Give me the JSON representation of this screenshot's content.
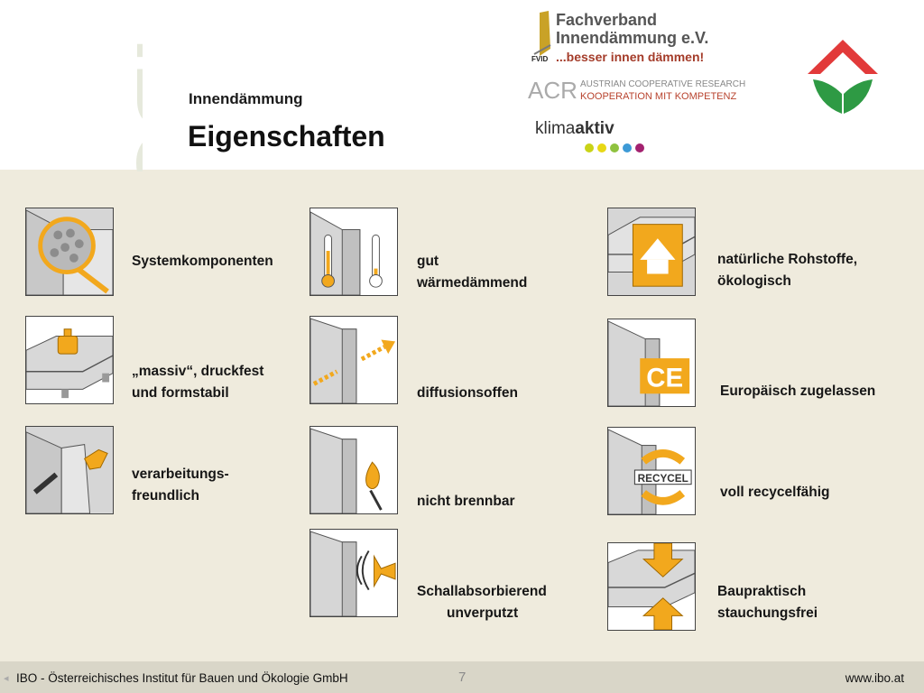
{
  "header": {
    "watermark": "IBO",
    "subtitle": "Innendämmung",
    "title": "Eigenschaften"
  },
  "logos": {
    "fvid": {
      "line1": "Fachverband",
      "line2": "Innendämmung e.V.",
      "tagline": "...besser innen dämmen!",
      "mark": "FVID",
      "icon": "fvid-logo"
    },
    "acr": {
      "mark": "ACR",
      "line1": "AUSTRIAN COOPERATIVE RESEARCH",
      "line2": "KOOPERATION MIT KOMPETENZ"
    },
    "klima": {
      "part1": "klima",
      "part2": "aktiv",
      "dot_colors": [
        "#c9d317",
        "#e8d815",
        "#8fc23f",
        "#3d9ad6",
        "#a3216f"
      ]
    },
    "house": {
      "icon": "red-green-house-logo"
    }
  },
  "properties": [
    {
      "icon": "magnifier-icon",
      "lines": [
        "Systemkomponenten"
      ]
    },
    {
      "icon": "thermometer-icon",
      "lines": [
        "gut",
        "wärmedämmend"
      ]
    },
    {
      "icon": "eco-label-icon",
      "lines": [
        "natürliche Rohstoffe,",
        "ökologisch"
      ]
    },
    {
      "icon": "weight-icon",
      "lines": [
        "„massiv“, druckfest",
        "und formstabil"
      ]
    },
    {
      "icon": "diffusion-arrow-icon",
      "lines": [
        "diffusionsoffen"
      ]
    },
    {
      "icon": "ce-mark-icon",
      "lines": [
        "Europäisch zugelassen"
      ]
    },
    {
      "icon": "saw-icon",
      "lines": [
        "verarbeitungs-",
        "freundlich"
      ]
    },
    {
      "icon": "flame-icon",
      "lines": [
        "nicht brennbar"
      ]
    },
    {
      "icon": "recycle-icon",
      "text": "RECYCEL",
      "lines": [
        "voll recycelfähig"
      ]
    },
    {
      "icon": "sound-horn-icon",
      "lines": [
        "Schallabsorbierend",
        "unverputzt"
      ]
    },
    {
      "icon": "compression-arrows-icon",
      "lines": [
        "Baupraktisch",
        "stauchungsfrei"
      ]
    }
  ],
  "footer": {
    "org": "IBO - Österreichisches Institut für Bauen und Ökologie GmbH",
    "page": "7",
    "url": "www.ibo.at"
  },
  "colors": {
    "accent": "#f2a81d",
    "background": "#efebdd",
    "panel_gray": "#d4d4d4"
  }
}
